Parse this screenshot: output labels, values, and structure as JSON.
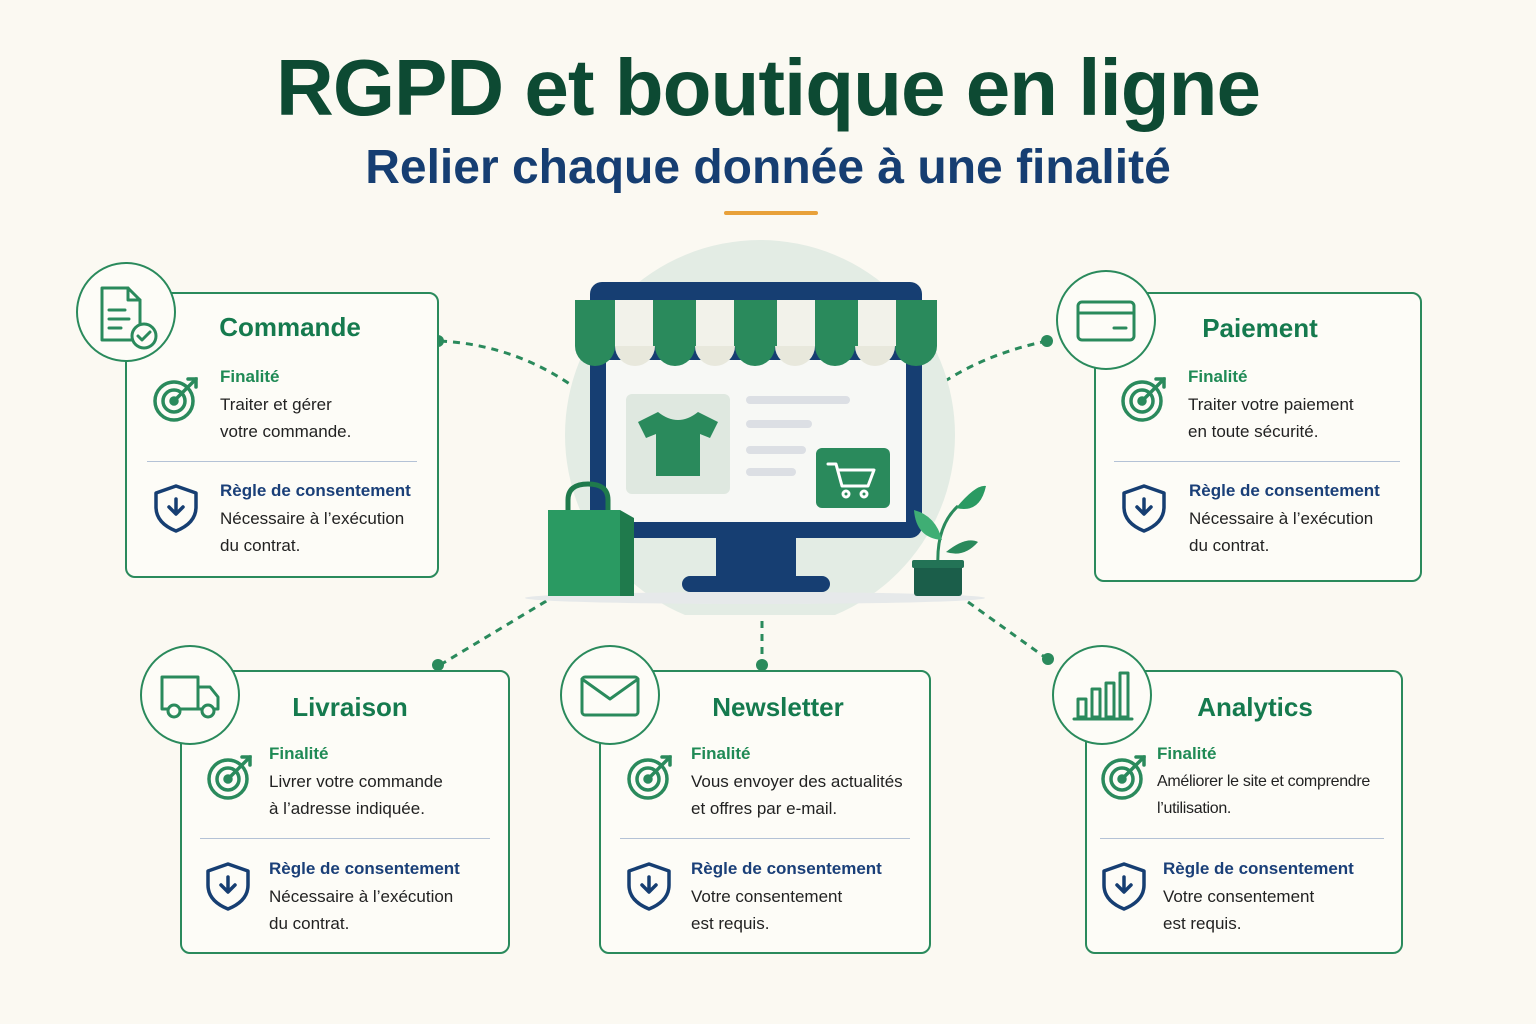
{
  "header": {
    "title": "RGPD et boutique en ligne",
    "subtitle": "Relier chaque donnée à une finalité"
  },
  "labels": {
    "purpose": "Finalité",
    "consent_rule": "Règle de consentement"
  },
  "colors": {
    "primary_green": "#2a8a5c",
    "dark_green": "#0d4a33",
    "navy": "#163e72",
    "accent_orange": "#e8a13a",
    "background": "#fbf9f2"
  },
  "center": {
    "illustration": "online-storefront-icon"
  },
  "cards": {
    "commande": {
      "icon": "document-check-icon",
      "title": "Commande",
      "purpose": "Traiter et gérer\nvotre commande.",
      "consent": "Nécessaire à l’exécution\ndu contrat."
    },
    "paiement": {
      "icon": "credit-card-icon",
      "title": "Paiement",
      "purpose": "Traiter votre paiement\nen toute sécurité.",
      "consent": "Nécessaire à l’exécution\ndu contrat."
    },
    "livraison": {
      "icon": "delivery-truck-icon",
      "title": "Livraison",
      "purpose": "Livrer votre commande\nà l’adresse indiquée.",
      "consent": "Nécessaire à l’exécution\ndu contrat."
    },
    "newsletter": {
      "icon": "envelope-icon",
      "title": "Newsletter",
      "purpose": "Vous envoyer des actualités\net offres par e-mail.",
      "consent": "Votre consentement\nest requis."
    },
    "analytics": {
      "icon": "bar-chart-icon",
      "title": "Analytics",
      "purpose": "Améliorer le site et comprendre\nl’utilisation.",
      "consent": "Votre consentement\nest requis."
    }
  }
}
